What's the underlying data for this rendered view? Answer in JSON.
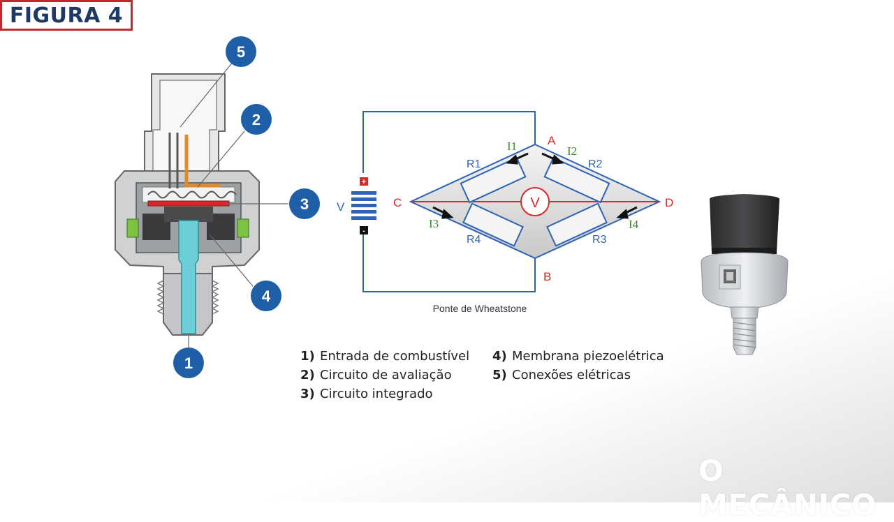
{
  "figure_label": "FIGURA 4",
  "sensor_callouts": [
    "5",
    "2",
    "3",
    "4",
    "1"
  ],
  "bridge": {
    "nodes": {
      "a": "A",
      "b": "B",
      "c": "C",
      "d": "D"
    },
    "resistors": {
      "r1": "R1",
      "r2": "R2",
      "r3": "R3",
      "r4": "R4"
    },
    "currents": {
      "i1": "I1",
      "i2": "I2",
      "i3": "I3",
      "i4": "I4"
    },
    "voltmeter": "V",
    "source_label": "V",
    "plus": "+",
    "minus": "-",
    "caption": "Ponte de Wheatstone",
    "colors": {
      "wire": "#2d62b4",
      "node_label": "#d8282b",
      "resistor_label": "#2d62b4",
      "current_label": "#3f8a2b"
    }
  },
  "legend": {
    "col1": [
      {
        "num": "1)",
        "text": "Entrada de combustível"
      },
      {
        "num": "2)",
        "text": "Circuito de avaliação"
      },
      {
        "num": "3)",
        "text": "Circuito integrado"
      }
    ],
    "col2": [
      {
        "num": "4)",
        "text": "Membrana piezoelétrica"
      },
      {
        "num": "5)",
        "text": "Conexões elétricas"
      }
    ]
  },
  "watermark": "O MECÂNICO",
  "colors": {
    "callout": "#1f5fa8",
    "frame": "#c8262d",
    "title": "#1d3a66"
  }
}
